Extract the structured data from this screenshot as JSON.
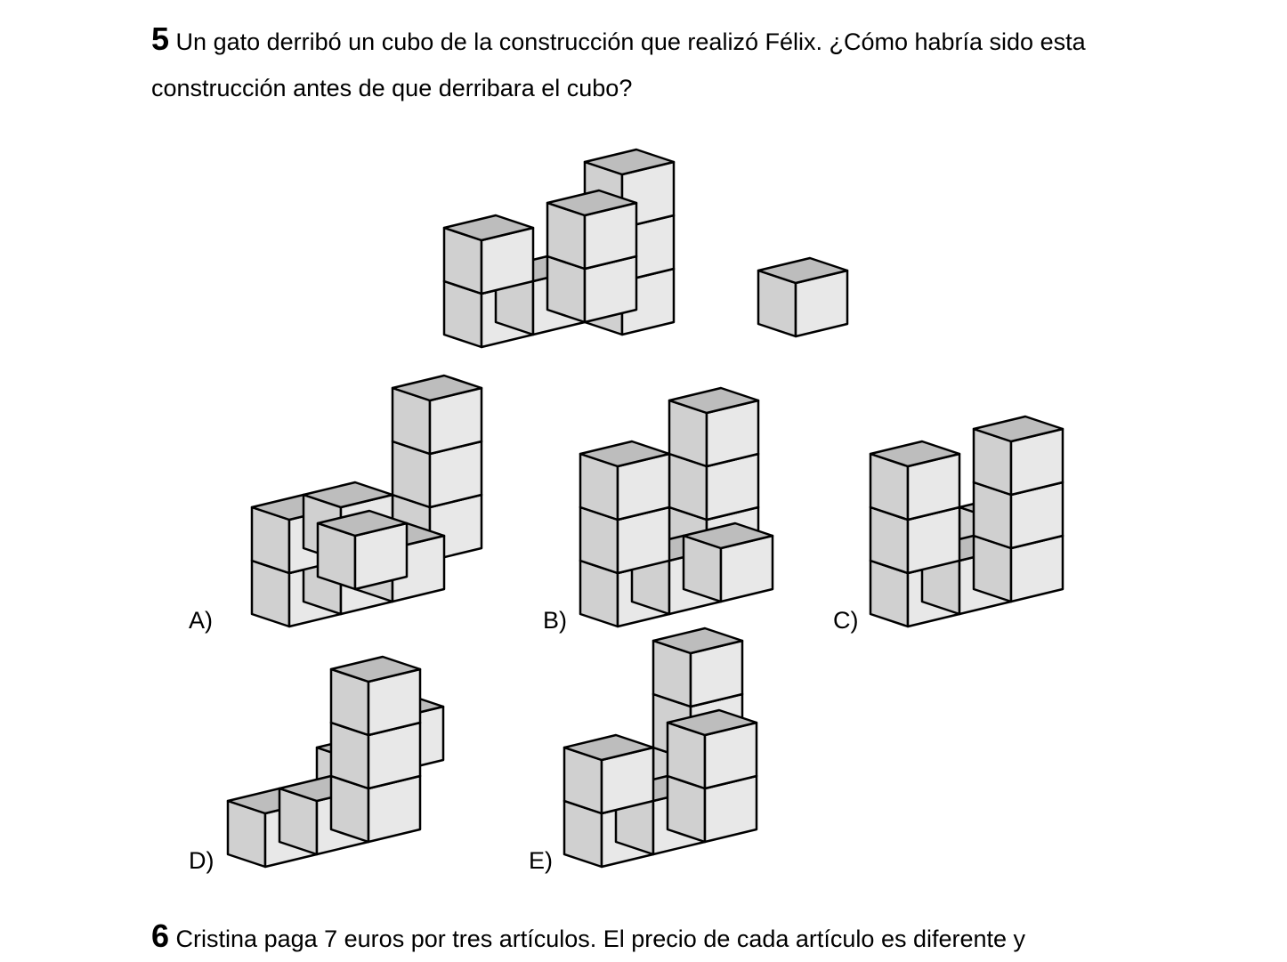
{
  "question5": {
    "number": "5",
    "text": "Un gato derribó un cubo de la construcción que realizó Félix. ¿Cómo habría sido esta construcción antes de que derribara el cubo?"
  },
  "options": {
    "a": "A)",
    "b": "B)",
    "c": "C)",
    "d": "D)",
    "e": "E)"
  },
  "question6": {
    "number": "6",
    "text": "Cristina paga 7 euros por tres artículos. El precio de cada artículo es diferente y"
  },
  "colors": {
    "cube_front": "#e8e8e8",
    "cube_side": "#d0d0d0",
    "cube_top": "#bdbdbd",
    "stroke": "#000000"
  },
  "figures": {
    "original": "cube-construction-icon",
    "fallen_cube": "single-cube-icon"
  }
}
